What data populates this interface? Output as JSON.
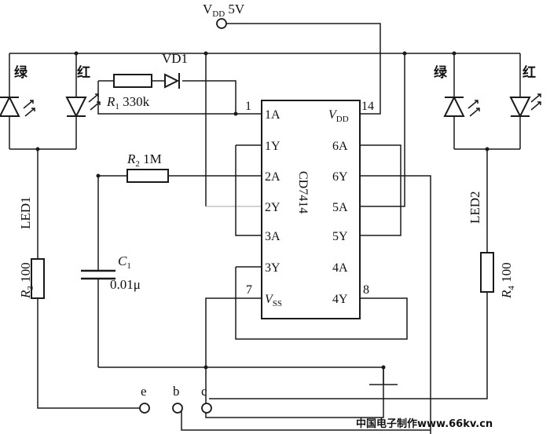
{
  "supply": {
    "name": "V",
    "sub": "DD",
    "value": " 5V"
  },
  "chip": {
    "name": "CD7414",
    "left_pins": [
      "1A",
      "1Y",
      "2A",
      "2Y",
      "3A",
      "3Y"
    ],
    "vss": {
      "name": "V",
      "sub": "SS"
    },
    "right_pins": [
      "6A",
      "6Y",
      "5A",
      "5Y",
      "4A",
      "4Y"
    ],
    "vdd": {
      "name": "V",
      "sub": "DD"
    },
    "pin_numbers": {
      "pin1": "1",
      "pin14": "14",
      "pin7": "7",
      "pin8": "8"
    }
  },
  "components": {
    "r1": {
      "name": "R",
      "sub": "1",
      "value": " 330k"
    },
    "vd1": "VD1",
    "r2": {
      "name": "R",
      "sub": "2",
      "value": " 1M"
    },
    "c1": {
      "name": "C",
      "sub": "1",
      "value": "0.01μ"
    },
    "r3": {
      "name": "R",
      "sub": "3",
      "value": " 100"
    },
    "r4": {
      "name": "R",
      "sub": "4",
      "value": " 100"
    },
    "led1": "LED1",
    "led2": "LED2"
  },
  "led_labels": {
    "green": "绿",
    "red": "红"
  },
  "terminals": [
    "e",
    "b",
    "c"
  ],
  "watermark": "中国电子制作www.66kv.cn",
  "colors": {
    "line": "#1a1a1a",
    "faint_line": "#b8b8b8",
    "watermark": "#cc2222"
  }
}
